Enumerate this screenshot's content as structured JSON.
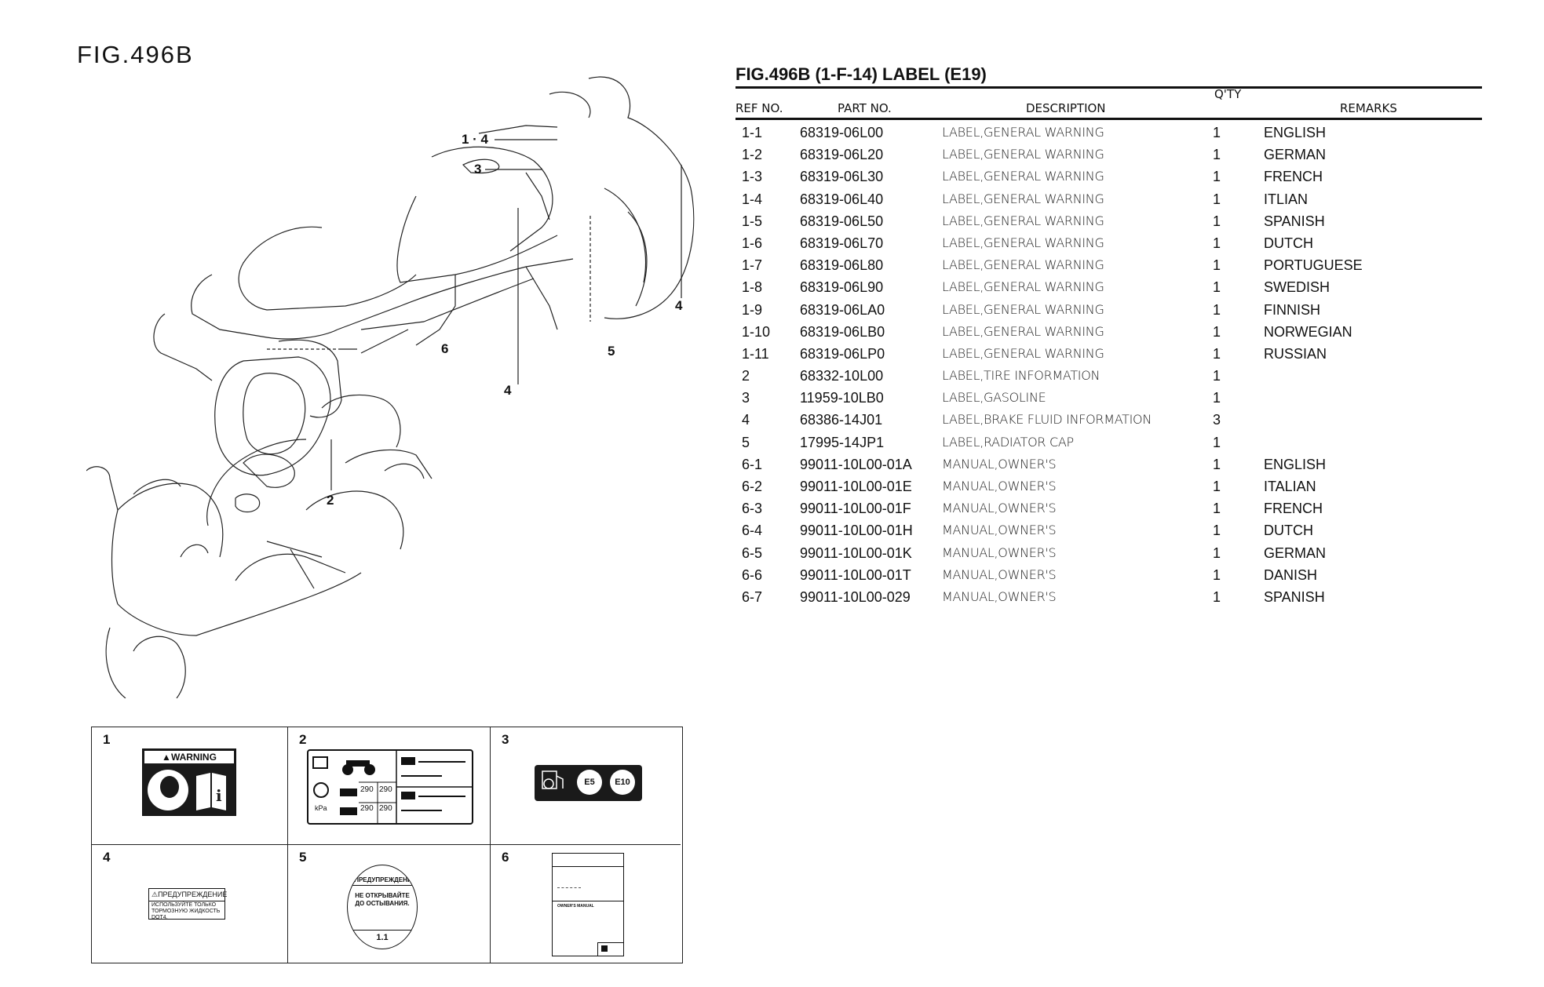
{
  "figure": {
    "label": "FIG.496B",
    "callouts": [
      "1 · 4",
      "3",
      "4",
      "5",
      "4",
      "6",
      "2"
    ]
  },
  "table": {
    "title": "FIG.496B (1-F-14) LABEL (E19)",
    "headers": {
      "ref_no": "REF NO.",
      "part_no": "PART NO.",
      "description": "DESCRIPTION",
      "qty": "Q'TY",
      "remarks": "REMARKS"
    },
    "rows": [
      {
        "ref": "1-1",
        "part": "68319-06L00",
        "desc": "LABEL,GENERAL WARNING",
        "qty": "1",
        "remarks": "ENGLISH"
      },
      {
        "ref": "1-2",
        "part": "68319-06L20",
        "desc": "LABEL,GENERAL WARNING",
        "qty": "1",
        "remarks": "GERMAN"
      },
      {
        "ref": "1-3",
        "part": "68319-06L30",
        "desc": "LABEL,GENERAL WARNING",
        "qty": "1",
        "remarks": "FRENCH"
      },
      {
        "ref": "1-4",
        "part": "68319-06L40",
        "desc": "LABEL,GENERAL WARNING",
        "qty": "1",
        "remarks": "ITLIAN"
      },
      {
        "ref": "1-5",
        "part": "68319-06L50",
        "desc": "LABEL,GENERAL WARNING",
        "qty": "1",
        "remarks": "SPANISH"
      },
      {
        "ref": "1-6",
        "part": "68319-06L70",
        "desc": "LABEL,GENERAL WARNING",
        "qty": "1",
        "remarks": "DUTCH"
      },
      {
        "ref": "1-7",
        "part": "68319-06L80",
        "desc": "LABEL,GENERAL WARNING",
        "qty": "1",
        "remarks": "PORTUGUESE"
      },
      {
        "ref": "1-8",
        "part": "68319-06L90",
        "desc": "LABEL,GENERAL WARNING",
        "qty": "1",
        "remarks": "SWEDISH"
      },
      {
        "ref": "1-9",
        "part": "68319-06LA0",
        "desc": "LABEL,GENERAL WARNING",
        "qty": "1",
        "remarks": "FINNISH"
      },
      {
        "ref": "1-10",
        "part": "68319-06LB0",
        "desc": "LABEL,GENERAL WARNING",
        "qty": "1",
        "remarks": "NORWEGIAN"
      },
      {
        "ref": "1-11",
        "part": "68319-06LP0",
        "desc": "LABEL,GENERAL WARNING",
        "qty": "1",
        "remarks": "RUSSIAN"
      },
      {
        "ref": "2",
        "part": "68332-10L00",
        "desc": "LABEL,TIRE INFORMATION",
        "qty": "1",
        "remarks": ""
      },
      {
        "ref": "3",
        "part": "11959-10LB0",
        "desc": "LABEL,GASOLINE",
        "qty": "1",
        "remarks": ""
      },
      {
        "ref": "4",
        "part": "68386-14J01",
        "desc": "LABEL,BRAKE FLUID INFORMATION",
        "qty": "3",
        "remarks": ""
      },
      {
        "ref": "5",
        "part": "17995-14JP1",
        "desc": "LABEL,RADIATOR CAP",
        "qty": "1",
        "remarks": ""
      },
      {
        "ref": "6-1",
        "part": "99011-10L00-01A",
        "desc": "MANUAL,OWNER'S",
        "qty": "1",
        "remarks": "ENGLISH"
      },
      {
        "ref": "6-2",
        "part": "99011-10L00-01E",
        "desc": "MANUAL,OWNER'S",
        "qty": "1",
        "remarks": "ITALIAN"
      },
      {
        "ref": "6-3",
        "part": "99011-10L00-01F",
        "desc": "MANUAL,OWNER'S",
        "qty": "1",
        "remarks": "FRENCH"
      },
      {
        "ref": "6-4",
        "part": "99011-10L00-01H",
        "desc": "MANUAL,OWNER'S",
        "qty": "1",
        "remarks": "DUTCH"
      },
      {
        "ref": "6-5",
        "part": "99011-10L00-01K",
        "desc": "MANUAL,OWNER'S",
        "qty": "1",
        "remarks": "GERMAN"
      },
      {
        "ref": "6-6",
        "part": "99011-10L00-01T",
        "desc": "MANUAL,OWNER'S",
        "qty": "1",
        "remarks": "DANISH"
      },
      {
        "ref": "6-7",
        "part": "99011-10L00-029",
        "desc": "MANUAL,OWNER'S",
        "qty": "1",
        "remarks": "SPANISH"
      }
    ]
  },
  "label_panels": {
    "numbers": [
      "1",
      "2",
      "3",
      "4",
      "5",
      "6"
    ],
    "warning_text": "WARNING",
    "tire_values": [
      "290",
      "290",
      "290",
      "290"
    ],
    "tire_units": "kPa",
    "gas_grades": [
      "E5",
      "E10"
    ],
    "brake_heading": "ПРЕДУПРЕЖДЕНИЕ",
    "brake_text_1": "ИСПОЛЬЗУЙТЕ ТОЛЬКО",
    "brake_text_2": "ТОРМОЗНУЮ ЖИДКОСТЬ DOT4.",
    "radiator_heading": "ПРЕДУПРЕЖДЕНИЕ",
    "radiator_text_1": "НЕ ОТКРЫВАЙТЕ",
    "radiator_text_2": "ДО ОСТЫВАНИЯ.",
    "radiator_pressure": "1.1",
    "manual_title": "OWNER'S MANUAL"
  }
}
